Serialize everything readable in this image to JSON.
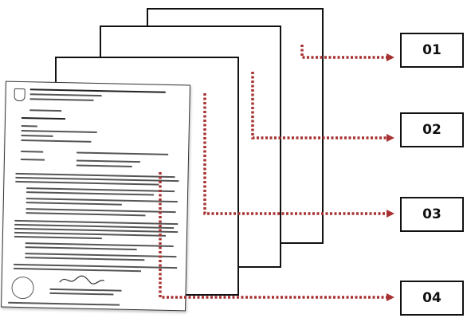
{
  "labels": {
    "box1": "01",
    "box2": "02",
    "box3": "03",
    "box4": "04"
  },
  "colors": {
    "arrow": "#a83232",
    "border": "#111111"
  }
}
